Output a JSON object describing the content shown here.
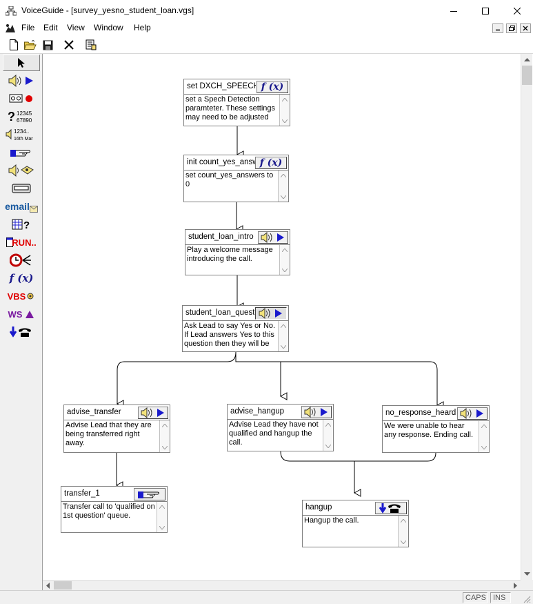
{
  "window": {
    "title": "VoiceGuide - [survey_yesno_student_loan.vgs]"
  },
  "menu": {
    "items": [
      "File",
      "Edit",
      "View",
      "Window",
      "Help"
    ]
  },
  "palette": {
    "items": [
      {
        "name": "pointer-icon",
        "label": ""
      },
      {
        "name": "play-icon",
        "label": ""
      },
      {
        "name": "record-icon",
        "label": ""
      },
      {
        "name": "get-numbers-icon",
        "label": "12345 67890"
      },
      {
        "name": "say-numbers-icon",
        "label": "1234.. 16th Mar"
      },
      {
        "name": "transfer-icon",
        "label": ""
      },
      {
        "name": "voicemail-icon",
        "label": ""
      },
      {
        "name": "pager-icon",
        "label": ""
      },
      {
        "name": "email-icon",
        "label": "email"
      },
      {
        "name": "database-query-icon",
        "label": ""
      },
      {
        "name": "run-program-icon",
        "label": "RUN.."
      },
      {
        "name": "time-switch-icon",
        "label": ""
      },
      {
        "name": "evaluate-expression-icon",
        "label": "f (x)"
      },
      {
        "name": "vbscript-icon",
        "label": "VBS"
      },
      {
        "name": "web-service-icon",
        "label": "WS"
      },
      {
        "name": "hangup-icon",
        "label": ""
      }
    ]
  },
  "modules": {
    "set_speech": {
      "title": "set DXCH_SPEECH",
      "icon": "fx-icon",
      "icon_label": "f (x)",
      "body": "set a Spech Detection paramteter. These settings may need to be adjusted"
    },
    "init_count": {
      "title": "init count_yes_answ",
      "icon": "fx-icon",
      "icon_label": "f (x)",
      "body": "set count_yes_answers to 0"
    },
    "intro": {
      "title": "student_loan_intro",
      "icon": "play-icon",
      "body": "Play a welcome message introducing the call."
    },
    "question": {
      "title": "student_loan_questi",
      "icon": "play-icon",
      "body": "Ask Lead to say Yes or No. If Lead answers Yes to this question then they will be"
    },
    "advise_transfer": {
      "title": "advise_transfer",
      "icon": "play-icon",
      "body": "Advise Lead that they are being transferred right away."
    },
    "advise_hangup": {
      "title": "advise_hangup",
      "icon": "play-icon",
      "body": "Advise Lead they have not qualified and hangup the call."
    },
    "no_response": {
      "title": "no_response_heard",
      "icon": "play-icon",
      "body": "We were unable to hear any response. Ending call."
    },
    "transfer": {
      "title": "transfer_1",
      "icon": "transfer-icon",
      "body": "Transfer call to 'qualified on 1st question' queue."
    },
    "hangup": {
      "title": "hangup",
      "icon": "hangup-icon",
      "body": "Hangup the call."
    }
  },
  "status": {
    "caps": "CAPS",
    "ins": "INS"
  },
  "colors": {
    "accent_blue": "#1a1acc",
    "run_red": "#e00000",
    "email_blue": "#1a5aa0",
    "ws_purple": "#7a1aa0"
  }
}
